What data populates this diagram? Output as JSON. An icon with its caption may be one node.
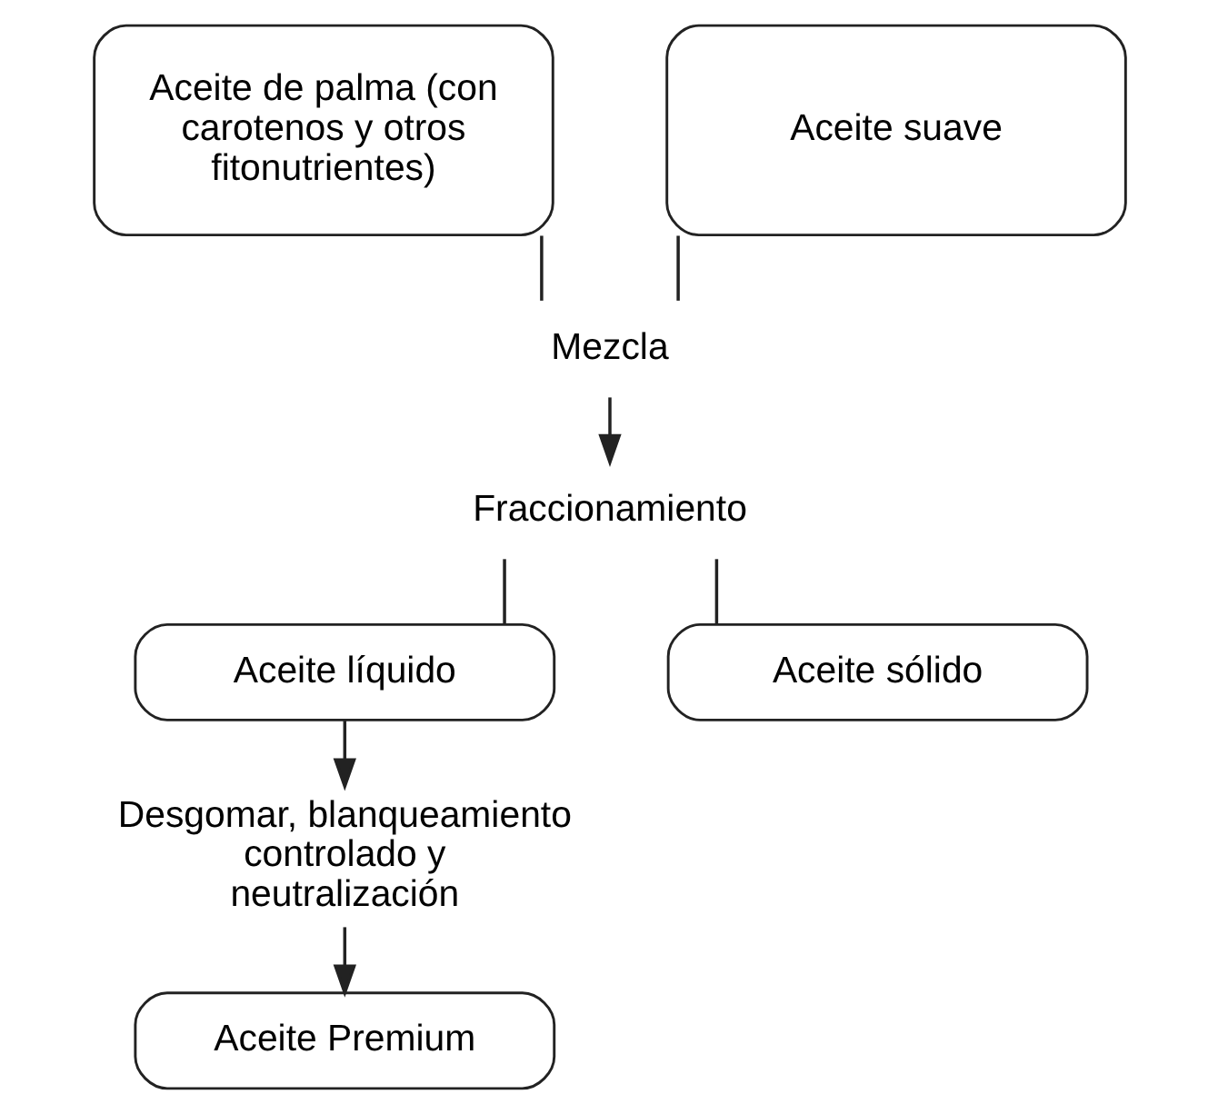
{
  "diagram": {
    "nodes": [
      {
        "text": [
          "Aceite de palma (con carotenos y otros fitonutrientes)"
        ]
      },
      {
        "text": [
          "Aceite suave"
        ]
      },
      {
        "text": [
          "Mezcla"
        ]
      },
      {
        "text": [
          "Fraccionamiento"
        ]
      },
      {
        "text": [
          "Aceite líquido"
        ]
      },
      {
        "text": [
          "Aceite sólido"
        ]
      },
      {
        "text": [
          "Desgomar, blanqueamiento controlado y neutralización"
        ]
      },
      {
        "text": [
          "Aceite Premium"
        ]
      }
    ],
    "edges": [
      {
        "from": 0,
        "to": 2,
        "arrow": "none"
      },
      {
        "from": 1,
        "to": 2,
        "arrow": "none"
      },
      {
        "from": 2,
        "to": 3,
        "arrow": "to"
      },
      {
        "from": 3,
        "to": 4,
        "arrow": "none"
      },
      {
        "from": 3,
        "to": 5,
        "arrow": "none"
      },
      {
        "from": 4,
        "to": 6,
        "arrow": "to"
      },
      {
        "from": 6,
        "to": 7,
        "arrow": "to"
      }
    ]
  }
}
